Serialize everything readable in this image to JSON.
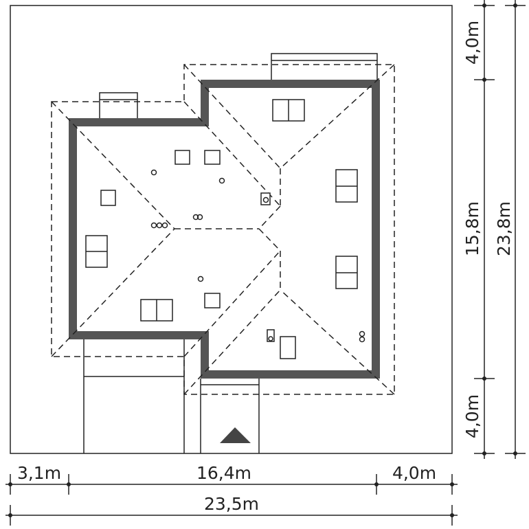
{
  "colors": {
    "wall": "#555555",
    "line": "#222222"
  },
  "dimensions": {
    "right_inner": [
      "4,0m",
      "15,8m",
      "4,0m"
    ],
    "right_total": "23,8m",
    "bottom_inner": [
      "3,1m",
      "16,4m",
      "4,0m"
    ],
    "bottom_total": "23,5m"
  }
}
